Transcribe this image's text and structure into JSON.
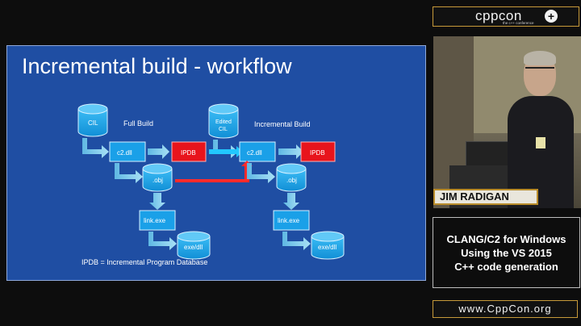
{
  "brand": {
    "name": "cppcon",
    "tagline": "the c++ conference",
    "mark": "+"
  },
  "slide": {
    "title": "Incremental build - workflow",
    "full_build_label": "Full Build",
    "incremental_build_label": "Incremental Build",
    "nodes": {
      "cil": "CIL",
      "c2_left": "c2.dll",
      "ipdb_left": "IPDB",
      "obj_left": ".obj",
      "link_left": "link.exe",
      "exedll_left": "exe/dll",
      "edited_cil_line1": "Edited",
      "edited_cil_line2": "CIL",
      "c2_right": "c2.dll",
      "ipdb_right": "IPDB",
      "obj_right": ".obj",
      "link_right": "link.exe",
      "exedll_right": "exe/dll"
    },
    "footnote": "IPDB = Incremental Program Database",
    "colors": {
      "background": "#1f4ea3",
      "node": "#1aa0e8",
      "ipdb": "#e8141c",
      "arrow": "#8fd3f0",
      "highlight_arrow": "#ff2b2b"
    }
  },
  "speaker": {
    "name": "JIM RADIGAN"
  },
  "talk": {
    "line1": "CLANG/C2 for Windows",
    "line2": "Using the VS 2015",
    "line3": "C++ code generation"
  },
  "footer": {
    "url": "www.CppCon.org"
  }
}
